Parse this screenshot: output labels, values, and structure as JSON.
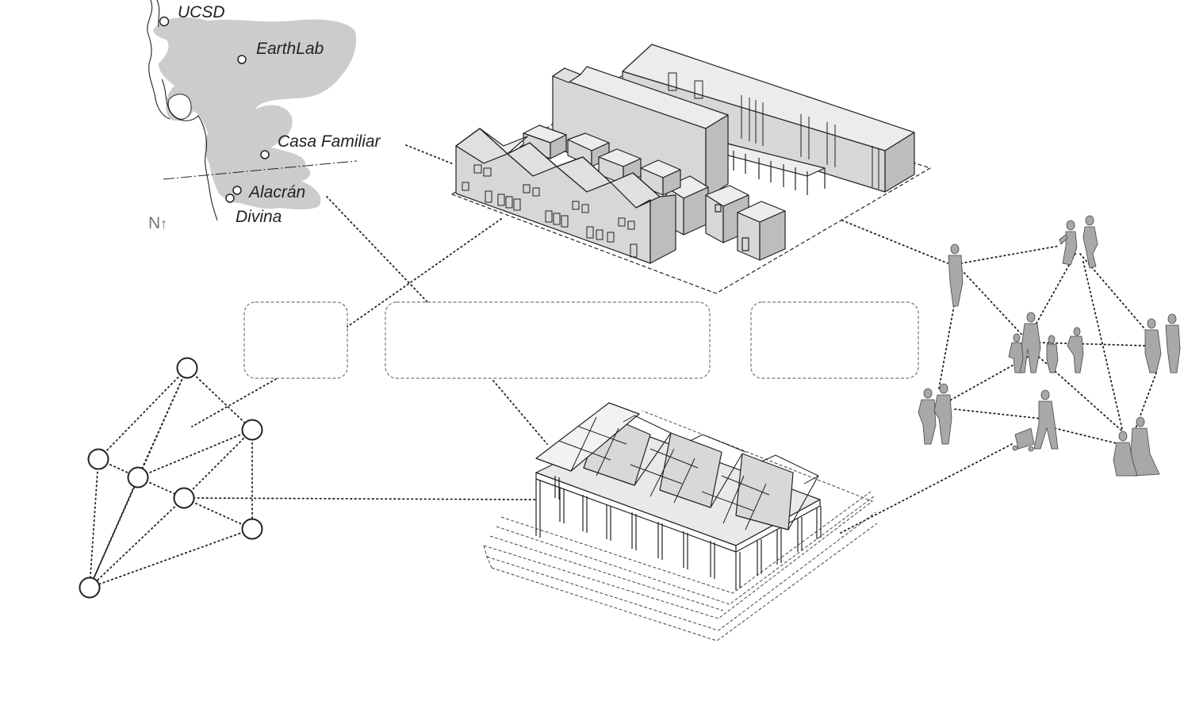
{
  "map": {
    "locations": [
      {
        "name": "UCSD"
      },
      {
        "name": "EarthLab"
      },
      {
        "name": "Casa Familiar"
      },
      {
        "name": "Alacrán"
      },
      {
        "name": "Divina"
      }
    ],
    "north_label": "N",
    "north_arrow": "↑"
  },
  "boxes": [
    {
      "text": ""
    },
    {
      "text": ""
    },
    {
      "text": ""
    }
  ],
  "colors": {
    "land": "#cccccc",
    "stroke": "#222222",
    "figures": "#a8a8a8",
    "dotted": "#222222"
  },
  "icons": [
    "buildings-complex-icon",
    "pavilion-icon",
    "network-graph-icon",
    "people-figures-icon"
  ]
}
